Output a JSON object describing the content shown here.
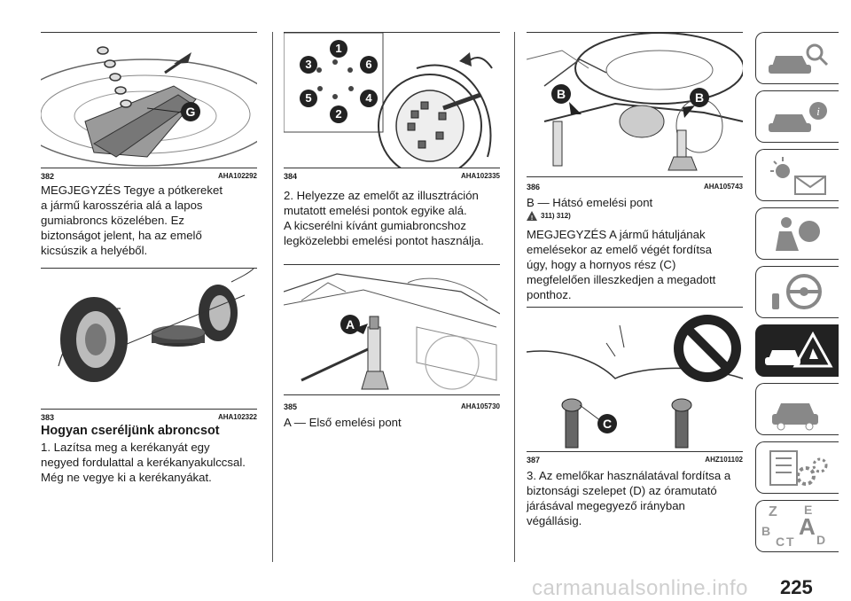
{
  "col1": {
    "fig382": {
      "num": "382",
      "code": "AHA102292",
      "callout": "G"
    },
    "note382": "MEGJEGYZÉS Tegye a pótkereket\na jármű karosszéria alá a lapos\ngumiabroncs közelében. Ez\nbiztonságot jelent, ha az emelő\nkicsúszik a helyéből.",
    "fig383": {
      "num": "383",
      "code": "AHA102322"
    },
    "heading": "Hogyan cseréljünk abroncsot",
    "step1": "1. Lazítsa meg a kerékanyát egy\nnegyed fordulattal a kerékanyakulccsal.\nMég ne vegye ki a kerékanyákat."
  },
  "col2": {
    "fig384": {
      "num": "384",
      "code": "AHA102335",
      "nuts": [
        "1",
        "6",
        "4",
        "2",
        "5",
        "3"
      ]
    },
    "step2": "2. Helyezze az emelőt az illusztráción\nmutatott emelési pontok egyike alá.\nA kicserélni kívánt gumiabroncshoz\nlegközelebbi emelési pontot használja.",
    "fig385": {
      "num": "385",
      "code": "AHA105730",
      "callout": "A"
    },
    "caption385": "A — Első emelési pont"
  },
  "col3": {
    "fig386": {
      "num": "386",
      "code": "AHA105743",
      "callout": "B"
    },
    "caption386": "B — Hátsó emelési pont",
    "refs": "311) 312)",
    "note386": "MEGJEGYZÉS A jármű hátuljának\nemelésekor az emelő végét fordítsa\núgy, hogy a hornyos rész (C)\nmegfelelően illeszkedjen a megadott\nponthoz.",
    "fig387": {
      "num": "387",
      "code": "AHZ101102",
      "callout": "C"
    },
    "step3": "3. Az emelőkar használatával fordítsa a\nbiztonsági szelepet (D) az óramutató\njárásával megegyező irányban\nvégállásig."
  },
  "sidebar": {
    "tabs": [
      "car-search-icon",
      "car-info-icon",
      "warning-lights-icon",
      "airbag-icon",
      "steering-wheel-icon",
      "emergency-icon",
      "car-service-icon",
      "specs-icon",
      "index-icon"
    ],
    "index_letters": [
      "Z",
      "E",
      "B",
      "A",
      "C",
      "T",
      "D"
    ]
  },
  "page": {
    "number": "225",
    "watermark": "carmanualsonline.info"
  }
}
